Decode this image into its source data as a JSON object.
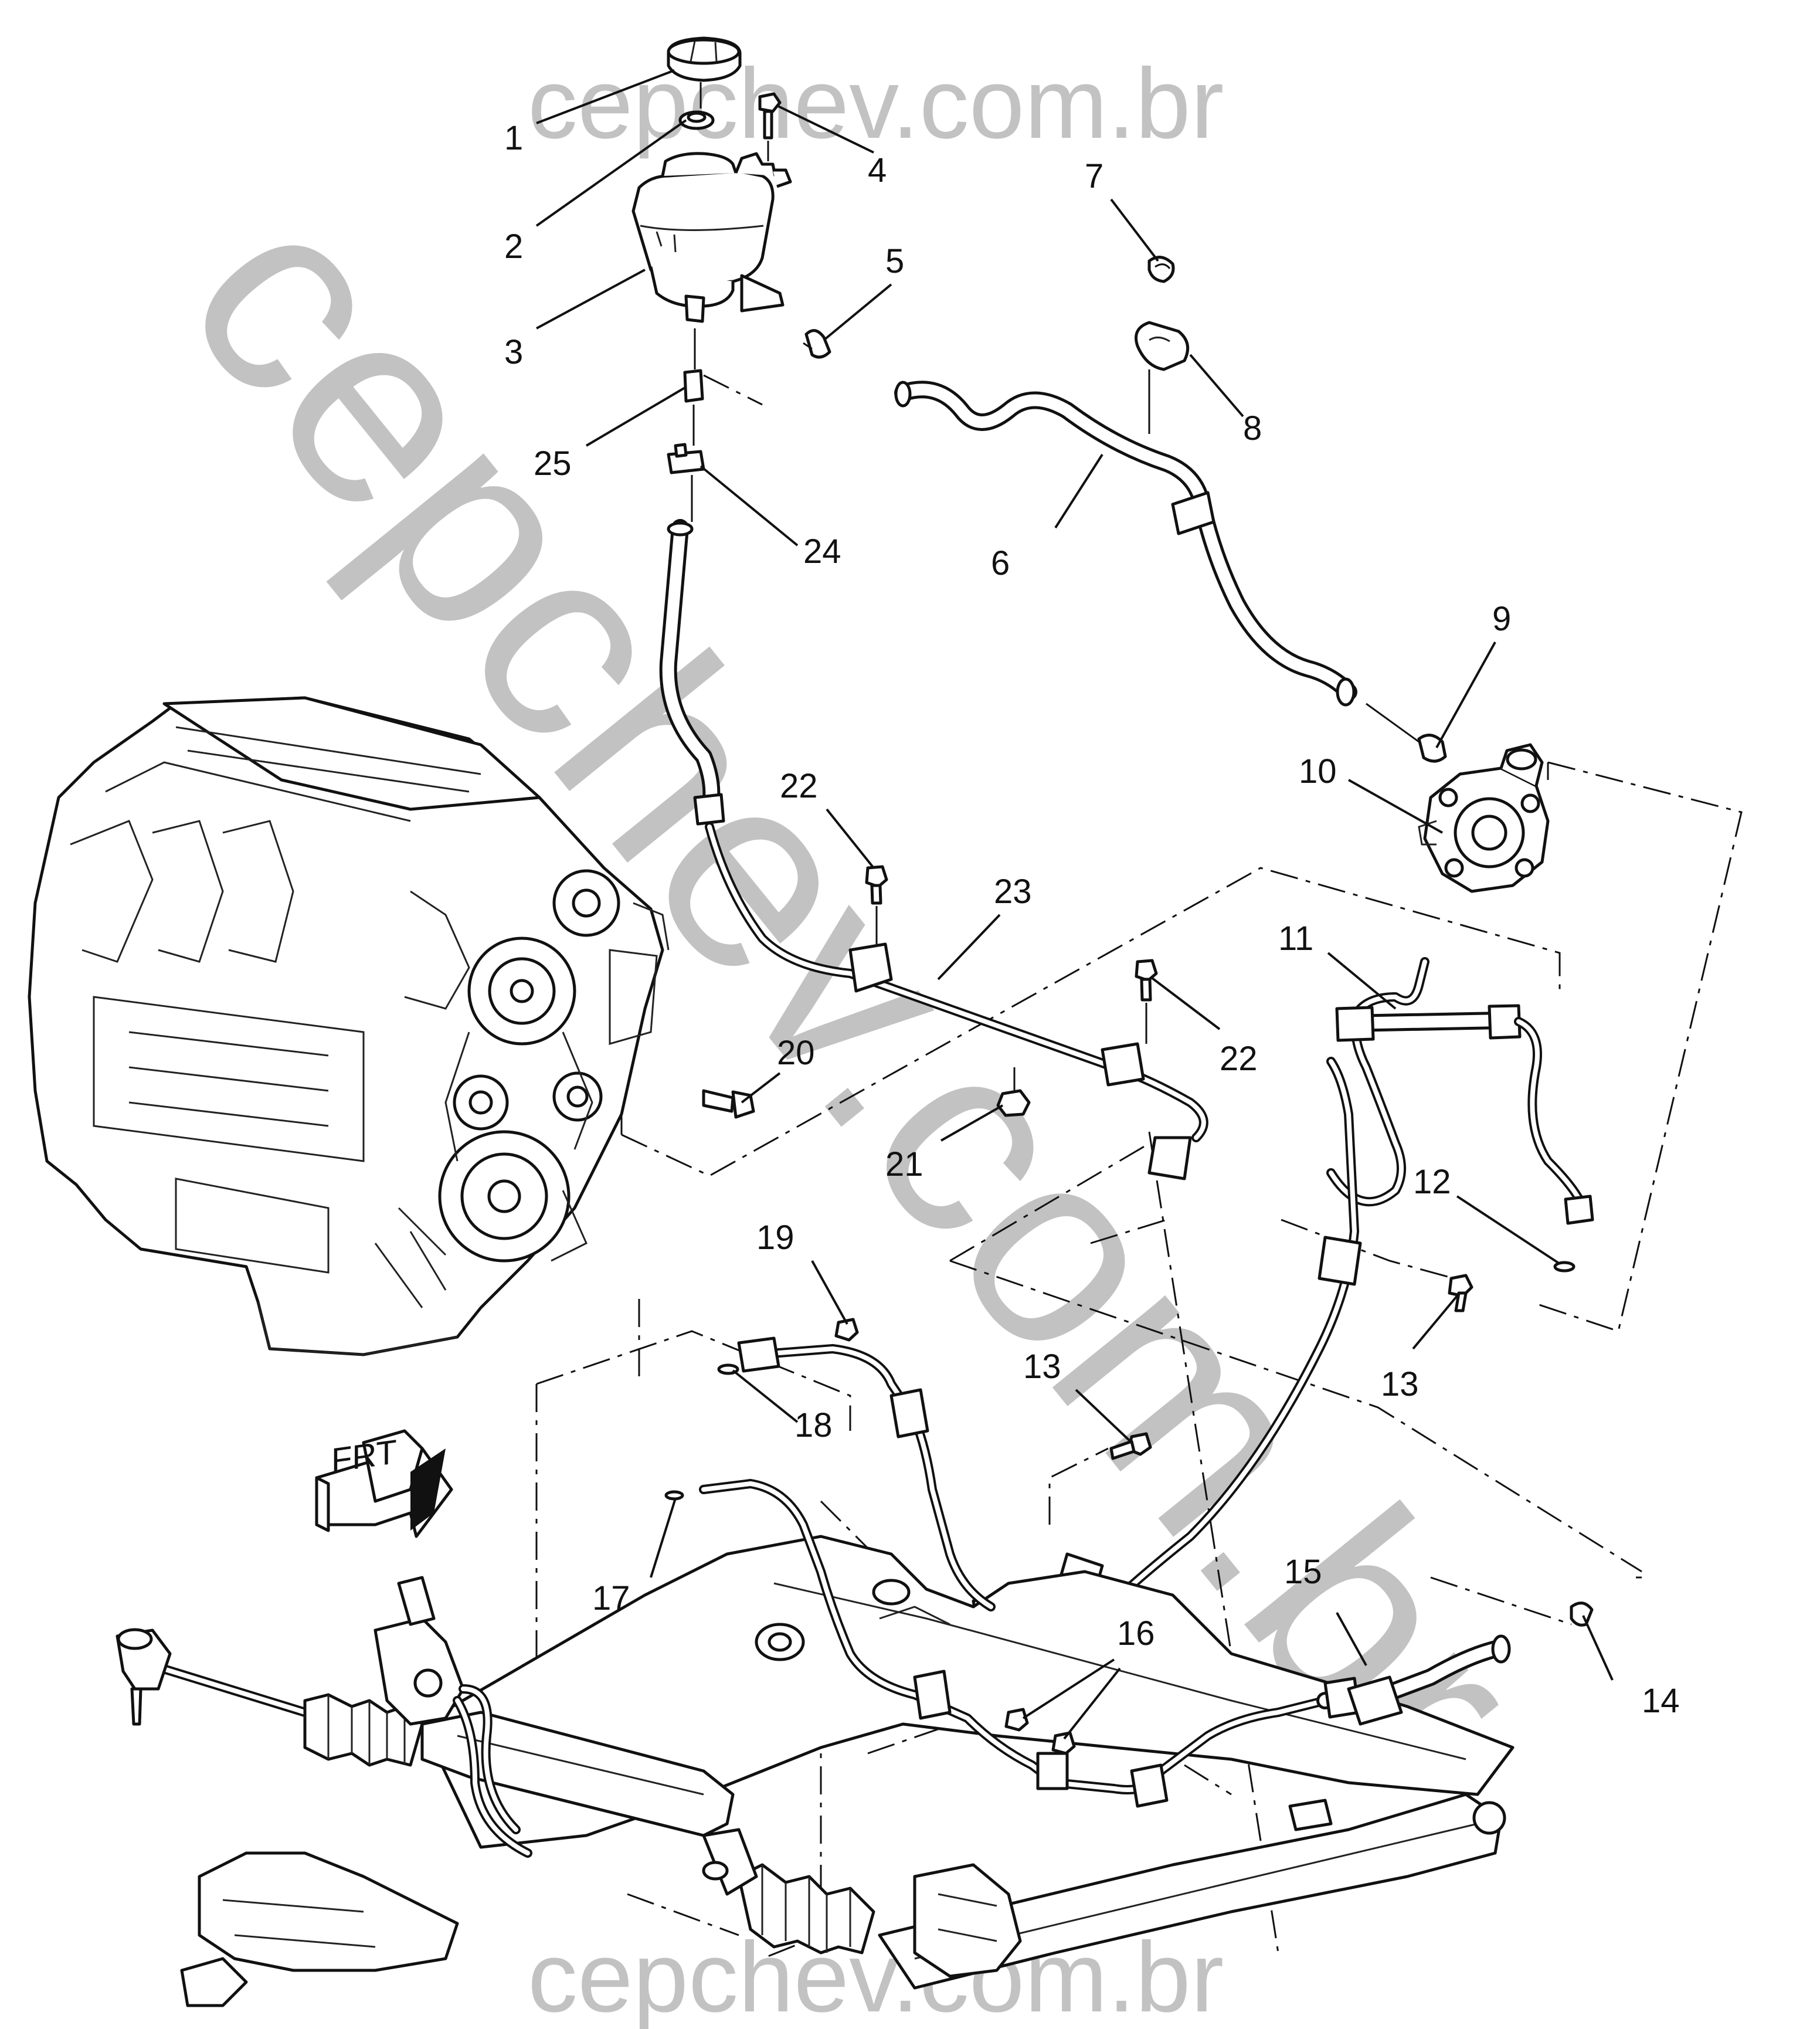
{
  "watermark": {
    "top": "cepchev.com.br",
    "diagonal": "cepchev.com.br",
    "bottom": "cepchev.com.br",
    "color": "#c2c2c2"
  },
  "callouts": {
    "c1": "1",
    "c2": "2",
    "c3": "3",
    "c4": "4",
    "c5": "5",
    "c6": "6",
    "c7": "7",
    "c8": "8",
    "c9": "9",
    "c10": "10",
    "c11": "11",
    "c12": "12",
    "c13a": "13",
    "c13b": "13",
    "c14": "14",
    "c15": "15",
    "c16": "16",
    "c17": "17",
    "c18": "18",
    "c19": "19",
    "c20": "20",
    "c21": "21",
    "c22a": "22",
    "c22b": "22",
    "c23": "23",
    "c24": "24",
    "c25": "25"
  },
  "front_arrow_label": "FRT"
}
